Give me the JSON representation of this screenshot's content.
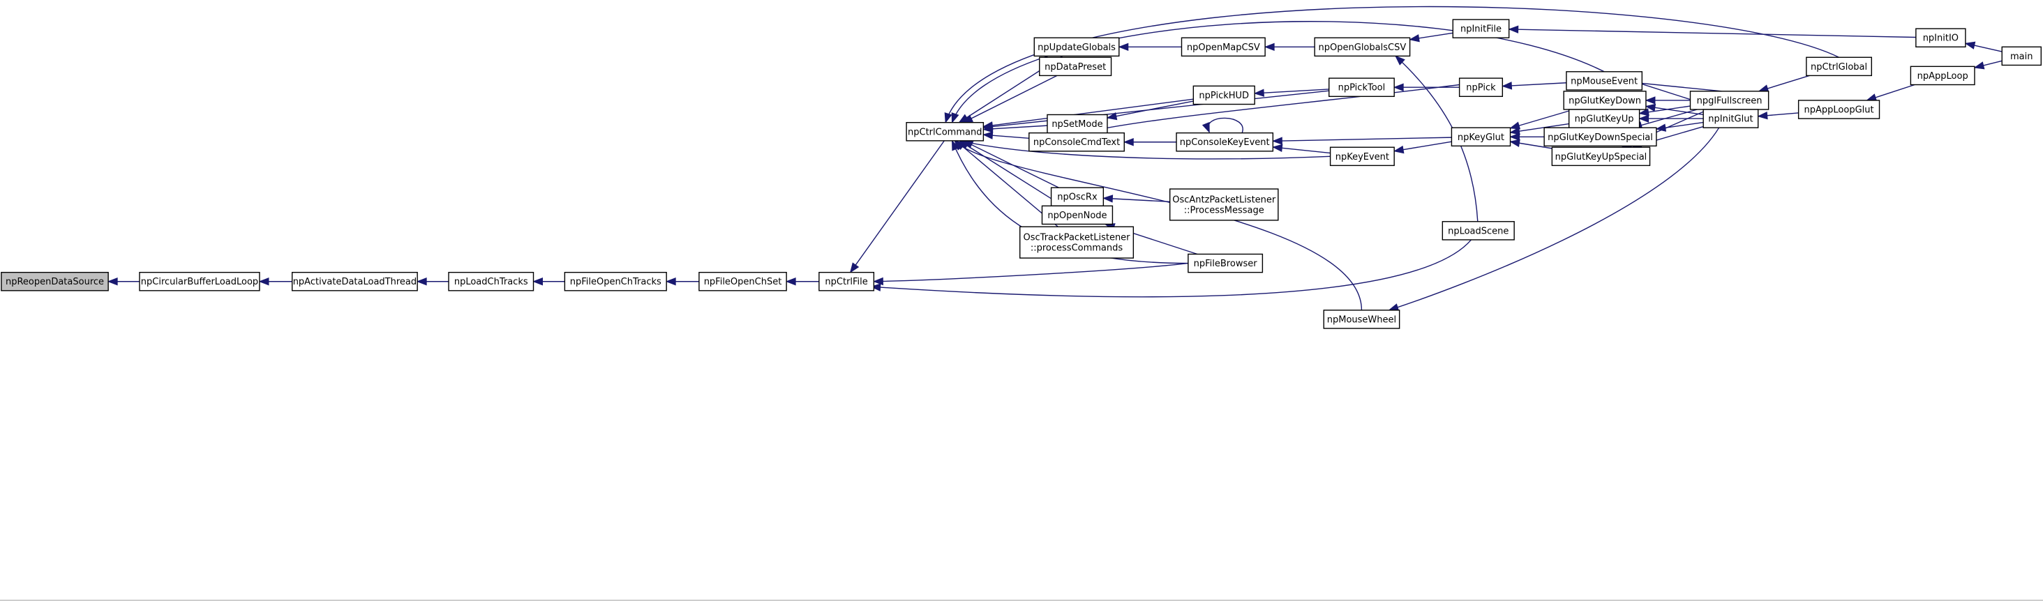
{
  "nodes": [
    {
      "id": "npReopenDataSource",
      "lines": [
        "npReopenDataSource"
      ],
      "highlight": true
    },
    {
      "id": "npCircularBufferLoadLoop",
      "lines": [
        "npCircularBufferLoadLoop"
      ]
    },
    {
      "id": "npActivateDataLoadThread",
      "lines": [
        "npActivateDataLoadThread"
      ]
    },
    {
      "id": "npLoadChTracks",
      "lines": [
        "npLoadChTracks"
      ]
    },
    {
      "id": "npFileOpenChTracks",
      "lines": [
        "npFileOpenChTracks"
      ]
    },
    {
      "id": "npFileOpenChSet",
      "lines": [
        "npFileOpenChSet"
      ]
    },
    {
      "id": "npCtrlFile",
      "lines": [
        "npCtrlFile"
      ]
    },
    {
      "id": "npCtrlCommand",
      "lines": [
        "npCtrlCommand"
      ]
    },
    {
      "id": "npUpdateGlobals",
      "lines": [
        "npUpdateGlobals"
      ]
    },
    {
      "id": "npDataPreset",
      "lines": [
        "npDataPreset"
      ]
    },
    {
      "id": "npSetMode",
      "lines": [
        "npSetMode"
      ]
    },
    {
      "id": "npConsoleCmdText",
      "lines": [
        "npConsoleCmdText"
      ]
    },
    {
      "id": "npOscRx",
      "lines": [
        "npOscRx"
      ]
    },
    {
      "id": "npOpenNode",
      "lines": [
        "npOpenNode"
      ]
    },
    {
      "id": "OscTrackPacketListener",
      "lines": [
        "OscTrackPacketListener",
        "::processCommands"
      ]
    },
    {
      "id": "npOpenMapCSV",
      "lines": [
        "npOpenMapCSV"
      ]
    },
    {
      "id": "npPickHUD",
      "lines": [
        "npPickHUD"
      ]
    },
    {
      "id": "npConsoleKeyEvent",
      "lines": [
        "npConsoleKeyEvent"
      ]
    },
    {
      "id": "OscAntzPacketListener",
      "lines": [
        "OscAntzPacketListener",
        "::ProcessMessage"
      ]
    },
    {
      "id": "npFileBrowser",
      "lines": [
        "npFileBrowser"
      ]
    },
    {
      "id": "npOpenGlobalsCSV",
      "lines": [
        "npOpenGlobalsCSV"
      ]
    },
    {
      "id": "npPickTool",
      "lines": [
        "npPickTool"
      ]
    },
    {
      "id": "npKeyEvent",
      "lines": [
        "npKeyEvent"
      ]
    },
    {
      "id": "npMouseWheel",
      "lines": [
        "npMouseWheel"
      ]
    },
    {
      "id": "npInitFile",
      "lines": [
        "npInitFile"
      ]
    },
    {
      "id": "npPick",
      "lines": [
        "npPick"
      ]
    },
    {
      "id": "npKeyGlut",
      "lines": [
        "npKeyGlut"
      ]
    },
    {
      "id": "npLoadScene",
      "lines": [
        "npLoadScene"
      ]
    },
    {
      "id": "npMouseEvent",
      "lines": [
        "npMouseEvent"
      ]
    },
    {
      "id": "npGlutKeyDown",
      "lines": [
        "npGlutKeyDown"
      ]
    },
    {
      "id": "npGlutKeyUp",
      "lines": [
        "npGlutKeyUp"
      ]
    },
    {
      "id": "npGlutKeyDownSpecial",
      "lines": [
        "npGlutKeyDownSpecial"
      ]
    },
    {
      "id": "npGlutKeyUpSpecial",
      "lines": [
        "npGlutKeyUpSpecial"
      ]
    },
    {
      "id": "npglFullscreen",
      "lines": [
        "npglFullscreen"
      ]
    },
    {
      "id": "npInitGlut",
      "lines": [
        "npInitGlut"
      ]
    },
    {
      "id": "npCtrlGlobal",
      "lines": [
        "npCtrlGlobal"
      ]
    },
    {
      "id": "npAppLoopGlut",
      "lines": [
        "npAppLoopGlut"
      ]
    },
    {
      "id": "npAppLoop",
      "lines": [
        "npAppLoop"
      ]
    },
    {
      "id": "npInitIO",
      "lines": [
        "npInitIO"
      ]
    },
    {
      "id": "main",
      "lines": [
        "main"
      ]
    }
  ],
  "edges": [
    {
      "from": "npCircularBufferLoadLoop",
      "to": "npReopenDataSource"
    },
    {
      "from": "npActivateDataLoadThread",
      "to": "npCircularBufferLoadLoop"
    },
    {
      "from": "npLoadChTracks",
      "to": "npActivateDataLoadThread"
    },
    {
      "from": "npFileOpenChTracks",
      "to": "npLoadChTracks"
    },
    {
      "from": "npFileOpenChSet",
      "to": "npFileOpenChTracks"
    },
    {
      "from": "npCtrlFile",
      "to": "npFileOpenChSet"
    },
    {
      "from": "npCtrlCommand",
      "to": "npCtrlFile"
    },
    {
      "from": "npFileBrowser",
      "to": "npCtrlFile"
    },
    {
      "from": "npLoadScene",
      "to": "npCtrlFile"
    },
    {
      "from": "npUpdateGlobals",
      "to": "npCtrlCommand"
    },
    {
      "from": "npDataPreset",
      "to": "npCtrlCommand"
    },
    {
      "from": "npSetMode",
      "to": "npCtrlCommand"
    },
    {
      "from": "npConsoleCmdText",
      "to": "npCtrlCommand"
    },
    {
      "from": "npOscRx",
      "to": "npCtrlCommand"
    },
    {
      "from": "npOpenNode",
      "to": "npCtrlCommand"
    },
    {
      "from": "OscTrackPacketListener",
      "to": "npCtrlCommand"
    },
    {
      "from": "npPickHUD",
      "to": "npCtrlCommand"
    },
    {
      "from": "npPickTool",
      "to": "npCtrlCommand"
    },
    {
      "from": "npKeyEvent",
      "to": "npCtrlCommand"
    },
    {
      "from": "npFileBrowser",
      "to": "npCtrlCommand"
    },
    {
      "from": "npMouseWheel",
      "to": "npCtrlCommand"
    },
    {
      "from": "npMouseEvent",
      "to": "npCtrlCommand"
    },
    {
      "from": "npCtrlGlobal",
      "to": "npCtrlCommand"
    },
    {
      "from": "npOpenMapCSV",
      "to": "npUpdateGlobals"
    },
    {
      "from": "npOpenGlobalsCSV",
      "to": "npOpenMapCSV"
    },
    {
      "from": "npInitFile",
      "to": "npOpenGlobalsCSV"
    },
    {
      "from": "npLoadScene",
      "to": "npOpenGlobalsCSV"
    },
    {
      "from": "npInitIO",
      "to": "npInitFile"
    },
    {
      "from": "main",
      "to": "npInitIO"
    },
    {
      "from": "npPickHUD",
      "to": "npSetMode"
    },
    {
      "from": "npPickTool",
      "to": "npPickHUD"
    },
    {
      "from": "npPick",
      "to": "npPickTool"
    },
    {
      "from": "npMouseEvent",
      "to": "npPick"
    },
    {
      "from": "npPick",
      "to": "npConsoleCmdText"
    },
    {
      "from": "npConsoleKeyEvent",
      "to": "npConsoleCmdText"
    },
    {
      "from": "npConsoleKeyEvent",
      "to": "npConsoleKeyEvent"
    },
    {
      "from": "npKeyGlut",
      "to": "npConsoleKeyEvent"
    },
    {
      "from": "npKeyEvent",
      "to": "npConsoleKeyEvent"
    },
    {
      "from": "npKeyGlut",
      "to": "npKeyEvent"
    },
    {
      "from": "OscAntzPacketListener",
      "to": "npOscRx"
    },
    {
      "from": "npFileBrowser",
      "to": "npOpenNode"
    },
    {
      "from": "npGlutKeyDown",
      "to": "npKeyGlut"
    },
    {
      "from": "npGlutKeyUp",
      "to": "npKeyGlut"
    },
    {
      "from": "npGlutKeyDownSpecial",
      "to": "npKeyGlut"
    },
    {
      "from": "npGlutKeyUpSpecial",
      "to": "npKeyGlut"
    },
    {
      "from": "npglFullscreen",
      "to": "npGlutKeyDown"
    },
    {
      "from": "npInitGlut",
      "to": "npGlutKeyDown"
    },
    {
      "from": "npglFullscreen",
      "to": "npGlutKeyUp"
    },
    {
      "from": "npInitGlut",
      "to": "npGlutKeyUp"
    },
    {
      "from": "npglFullscreen",
      "to": "npGlutKeyDownSpecial"
    },
    {
      "from": "npInitGlut",
      "to": "npGlutKeyDownSpecial"
    },
    {
      "from": "npglFullscreen",
      "to": "npGlutKeyUpSpecial"
    },
    {
      "from": "npInitGlut",
      "to": "npGlutKeyUpSpecial"
    },
    {
      "from": "npglFullscreen",
      "to": "npMouseEvent"
    },
    {
      "from": "npInitGlut",
      "to": "npMouseEvent"
    },
    {
      "from": "npInitGlut",
      "to": "npMouseWheel"
    },
    {
      "from": "npCtrlGlobal",
      "to": "npglFullscreen"
    },
    {
      "from": "npAppLoopGlut",
      "to": "npInitGlut"
    },
    {
      "from": "npAppLoop",
      "to": "npAppLoopGlut"
    },
    {
      "from": "main",
      "to": "npAppLoop"
    }
  ]
}
